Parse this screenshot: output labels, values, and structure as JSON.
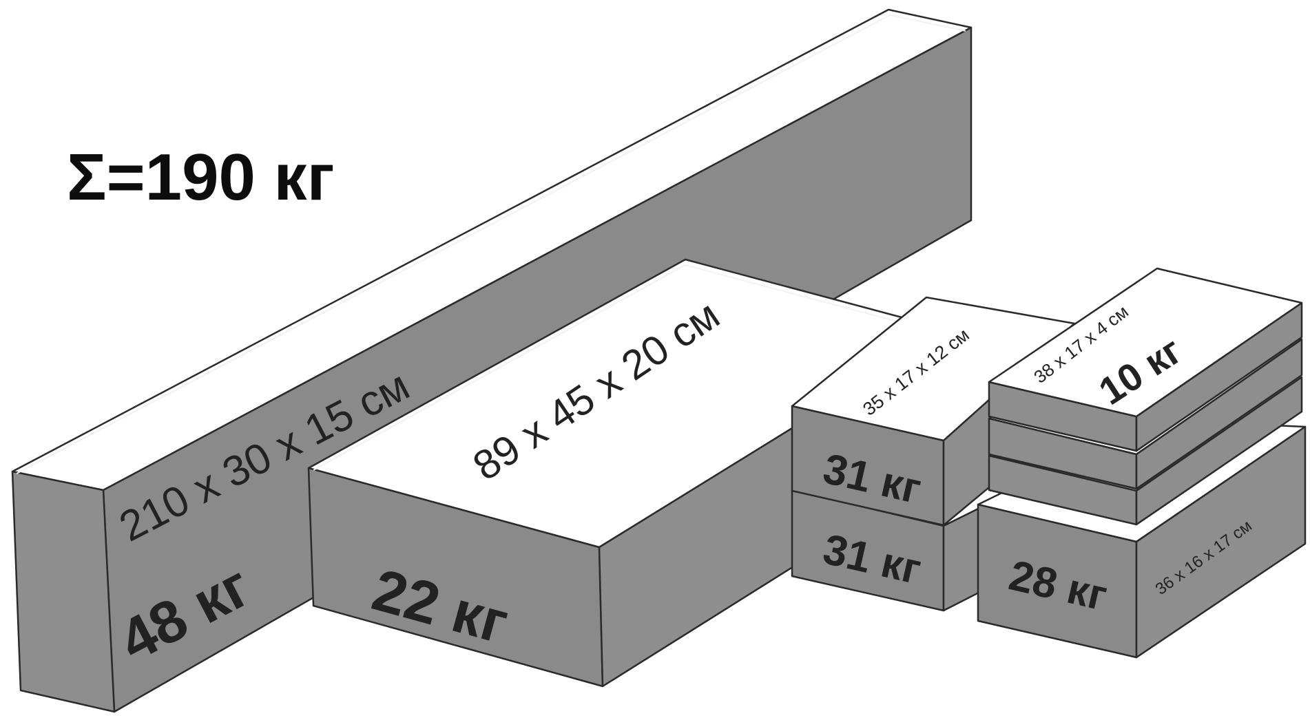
{
  "total": {
    "label": "Σ=190 кг"
  },
  "packages": [
    {
      "id": "beam",
      "weight": "48 кг",
      "dims": "210 x 30 x 15 см"
    },
    {
      "id": "box",
      "weight": "22 кг",
      "dims": "89 x 45 x 20 см"
    },
    {
      "id": "upper",
      "weight": "31 кг",
      "dims": "35 x 17 x 12 см"
    },
    {
      "id": "lower",
      "weight": "31 кг"
    },
    {
      "id": "stack",
      "weight": "10 кг",
      "dims": "38 x 17 x 4 см"
    },
    {
      "id": "bottom",
      "weight": "28 кг",
      "dims": "36 x 16 x 17 см"
    }
  ],
  "colors": {
    "top_face": "#ffffff",
    "side_face": "#8a8a8a",
    "outline": "#2a2a2a",
    "text": "#222222"
  }
}
